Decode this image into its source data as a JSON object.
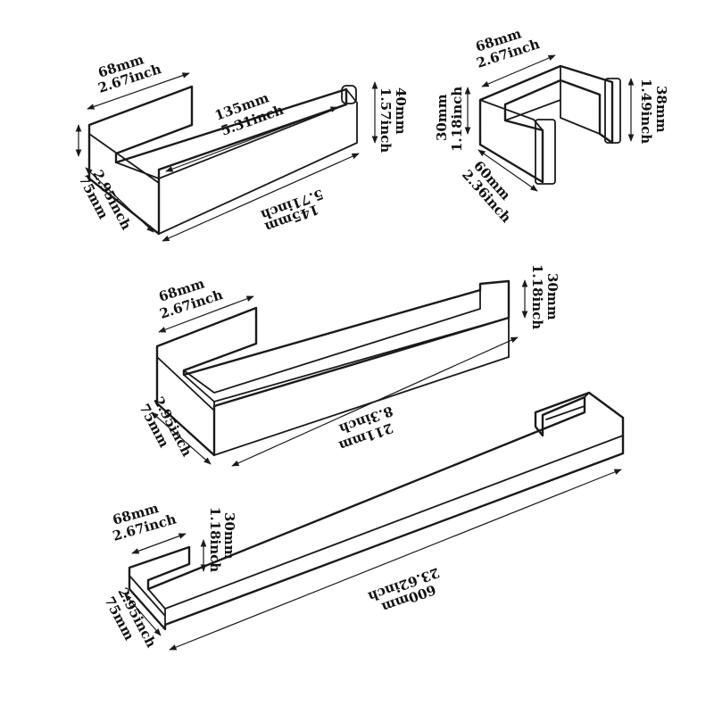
{
  "colors": {
    "line": "#1a1a1a",
    "text": "#111111",
    "background": "#ffffff"
  },
  "arrow_icon": "double-arrow-icon",
  "products": {
    "toilet_paper_holder": {
      "width_mm": "68mm",
      "width_in": "2.67inch",
      "inner_mm": "135mm",
      "inner_in": "5.31inch",
      "height_mm": "40mm",
      "height_in": "1.57inch",
      "length_mm": "145mm",
      "length_in": "5.71inch",
      "depth_mm": "75mm",
      "depth_in": "2.95inch"
    },
    "robe_hook": {
      "width_mm": "68mm",
      "width_in": "2.67inch",
      "height_mm": "38mm",
      "height_in": "1.49inch",
      "thick_mm": "30mm",
      "thick_in": "1.18inch",
      "depth_mm": "60mm",
      "depth_in": "2.36inch"
    },
    "towel_ring_bar": {
      "width_mm": "68mm",
      "width_in": "2.67inch",
      "height_mm": "30mm",
      "height_in": "1.18inch",
      "length_mm": "211mm",
      "length_in": "8.3inch",
      "depth_mm": "75mm",
      "depth_in": "2.95inch"
    },
    "towel_bar_long": {
      "width_mm": "68mm",
      "width_in": "2.67inch",
      "height_mm": "30mm",
      "height_in": "1.18inch",
      "length_mm": "600mm",
      "length_in": "23.62inch",
      "depth_mm": "75mm",
      "depth_in": "2.95inch"
    }
  }
}
